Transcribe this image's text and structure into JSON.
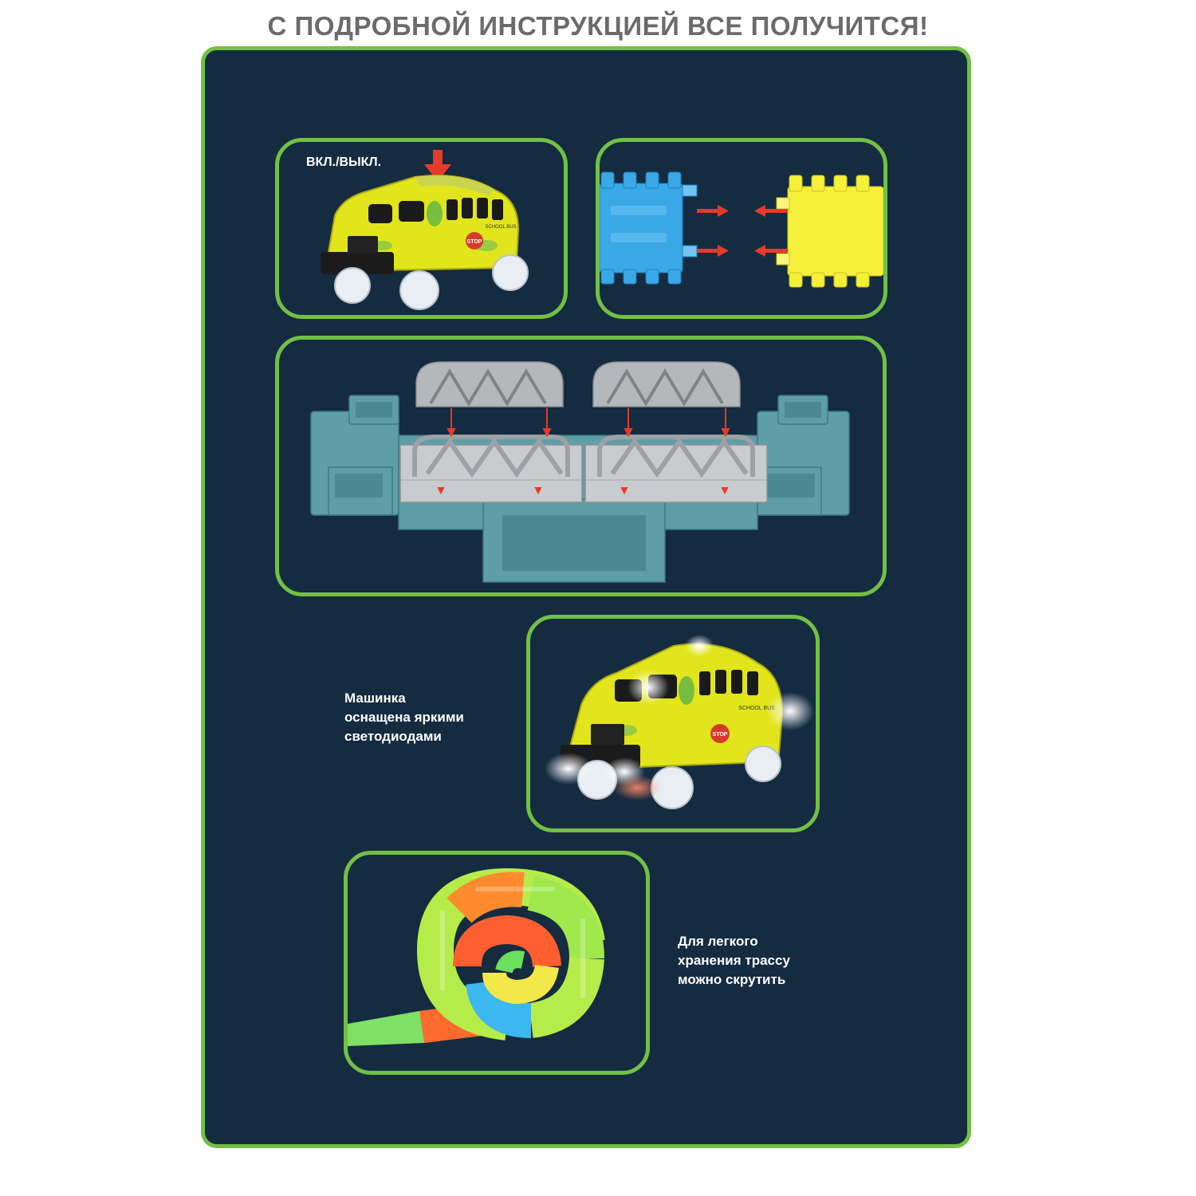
{
  "headline": "С ПОДРОБНОЙ ИНСТРУКЦИЕЙ ВСЕ ПОЛУЧИТСЯ!",
  "colors": {
    "board_bg": "#142b40",
    "frame_green": "#72c045",
    "headline_gray": "#6b6b6b",
    "car_yellow": "#e8ea1e",
    "track_blue": "#3aa8e6",
    "track_yellow": "#f7f03a",
    "bridge_gray": "#b5b8ba",
    "base_teal": "#5f9ea6",
    "arrow_red": "#e63a2a"
  },
  "panels": {
    "power": {
      "label": "ВКЛ./ВЫКЛ.",
      "car_text": {
        "sign": "STOP",
        "bus": "SCHOOL BUS"
      }
    },
    "connect": {},
    "bridge": {},
    "leds": {
      "caption": [
        "Машинка",
        "оснащена яркими",
        "светодиодами"
      ],
      "car_text": {
        "sign": "STOP",
        "bus": "SCHOOL BUS"
      }
    },
    "roll": {
      "caption": [
        "Для легкого",
        "хранения трассу",
        "можно скрутить"
      ]
    }
  }
}
